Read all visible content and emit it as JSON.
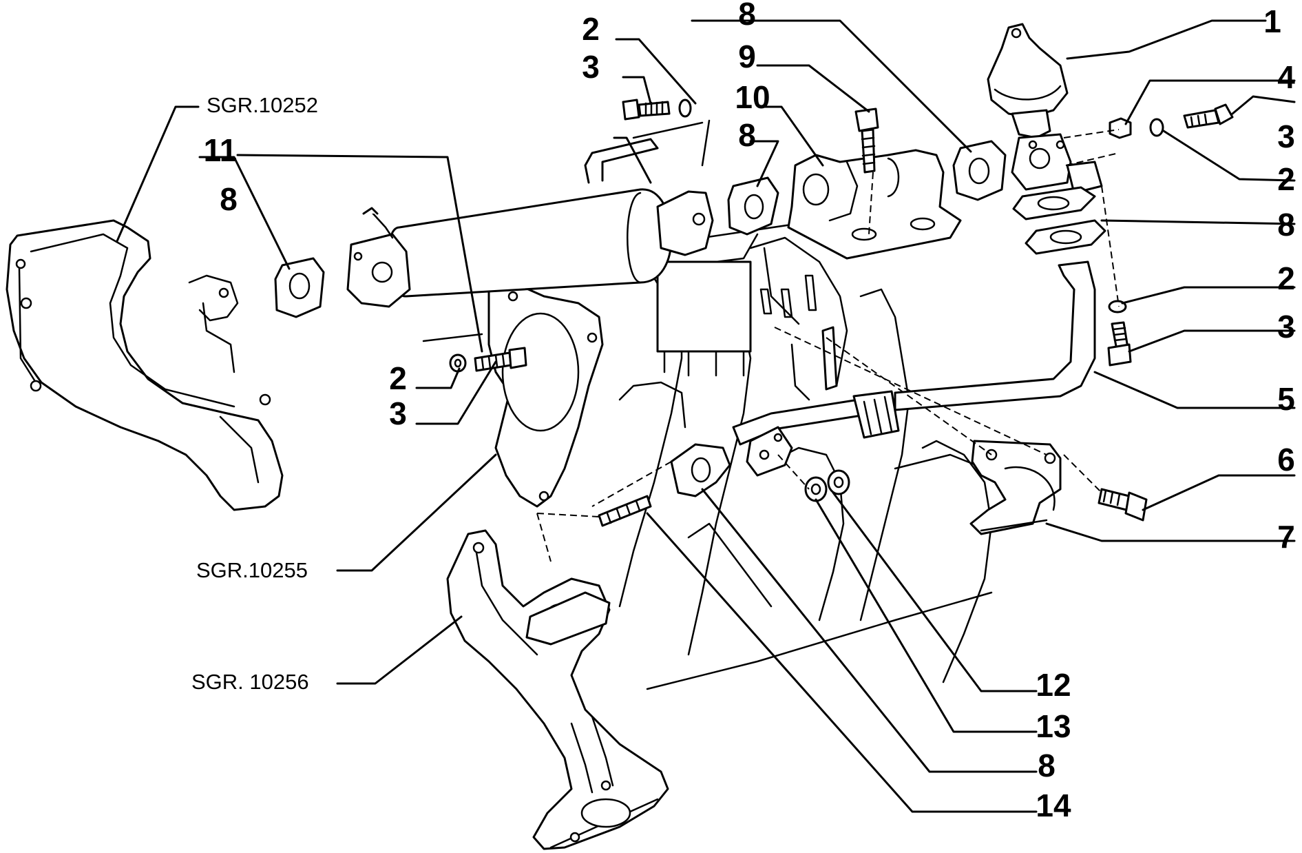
{
  "diagram": {
    "part_numbers": {
      "p1": "1",
      "p2a": "2",
      "p2b": "2",
      "p2c": "2",
      "p2d": "2",
      "p3a": "3",
      "p3b": "3",
      "p3c": "3",
      "p3d": "3",
      "p4": "4",
      "p5": "5",
      "p6": "6",
      "p7": "7",
      "p8a": "8",
      "p8b": "8",
      "p8c": "8",
      "p8d": "8",
      "p8e": "8",
      "p9": "9",
      "p10": "10",
      "p11": "11",
      "p12": "12",
      "p13": "13",
      "p14": "14"
    },
    "references": {
      "sgr_10252": "SGR.10252",
      "sgr_10255": "SGR.10255",
      "sgr_10256": "SGR. 10256"
    }
  }
}
